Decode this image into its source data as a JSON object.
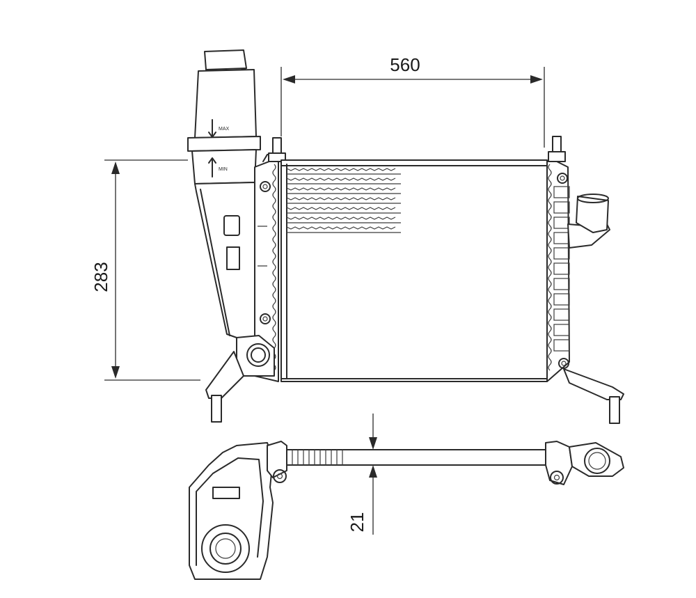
{
  "dimensions": {
    "width": "560",
    "height": "283",
    "thickness": "21"
  },
  "tank_labels": {
    "max": "MAX",
    "min": "MIN"
  }
}
